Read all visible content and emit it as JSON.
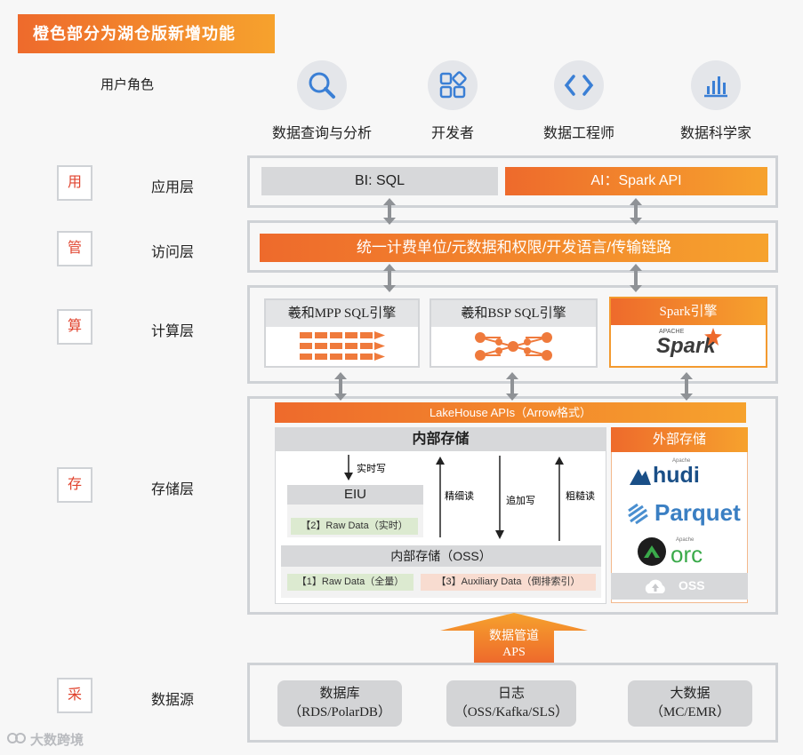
{
  "banner": "橙色部分为湖仓版新增功能",
  "user_roles_label": "用户角色",
  "roles": [
    {
      "name": "数据查询与分析",
      "icon": "search-icon"
    },
    {
      "name": "开发者",
      "icon": "app-blocks-icon"
    },
    {
      "name": "数据工程师",
      "icon": "code-brackets-icon"
    },
    {
      "name": "数据科学家",
      "icon": "bar-chart-icon"
    }
  ],
  "layers": {
    "app": {
      "tag": "用",
      "name": "应用层"
    },
    "access": {
      "tag": "管",
      "name": "访问层"
    },
    "compute": {
      "tag": "算",
      "name": "计算层"
    },
    "storage": {
      "tag": "存",
      "name": "存储层"
    },
    "source": {
      "tag": "采",
      "name": "数据源"
    }
  },
  "app_layer": {
    "bi": "BI: SQL",
    "ai": "AI：Spark API"
  },
  "access_layer": {
    "unified": "统一计费单位/元数据和权限/开发语言/传输链路"
  },
  "compute_layer": {
    "mpp": "羲和MPP SQL引擎",
    "bsp": "羲和BSP SQL引擎",
    "spark": "Spark引擎",
    "spark_logo_small": "APACHE",
    "spark_logo": "Spark"
  },
  "storage_layer": {
    "apis": "LakeHouse APIs（Arrow格式）",
    "internal": "内部存储",
    "realtime_write": "实时写",
    "eiu": "EIU",
    "raw_realtime": "【2】Raw Data（实时）",
    "fine_read": "精细读",
    "append_write": "追加写",
    "coarse_read": "粗糙读",
    "internal_oss": "内部存储（OSS）",
    "raw_full": "【1】Raw Data（全量）",
    "auxiliary": "【3】Auxiliary Data（倒排索引）",
    "external": "外部存储",
    "hudi_small": "Apache",
    "hudi": "hudi",
    "parquet": "Parquet",
    "orc_small": "Apache",
    "orc": "orc",
    "oss": "OSS"
  },
  "pipeline": {
    "line1": "数据管道",
    "line2": "APS"
  },
  "sources": [
    {
      "line1": "数据库",
      "line2": "（RDS/PolarDB）"
    },
    {
      "line1": "日志",
      "line2": "（OSS/Kafka/SLS）"
    },
    {
      "line1": "大数据",
      "line2": "（MC/EMR）"
    }
  ],
  "watermark": "大数跨境",
  "colors": {
    "orange_start": "#ee6a2c",
    "orange_end": "#f6a22d",
    "gray_bar": "#d7d8da",
    "icon_blue": "#3a7fd5"
  }
}
